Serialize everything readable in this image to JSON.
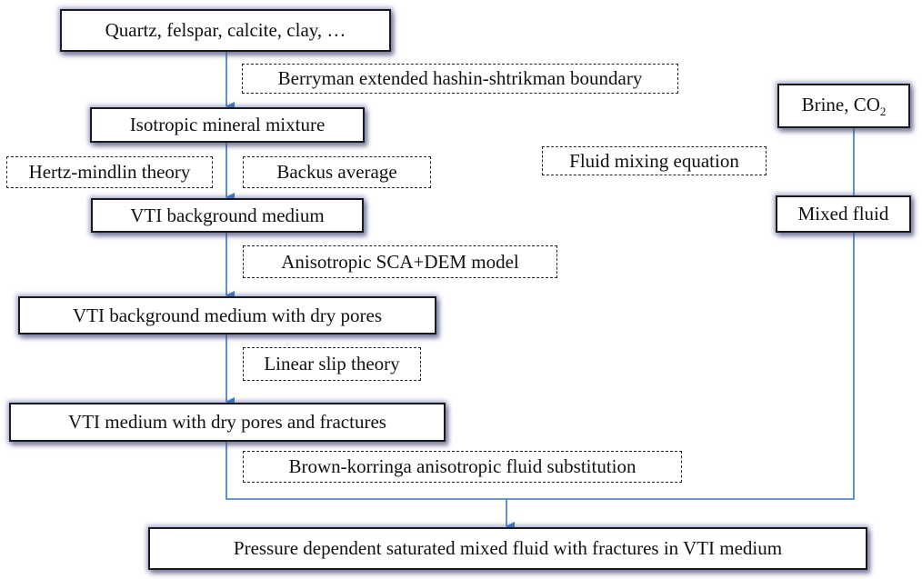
{
  "diagram": {
    "nodes": {
      "minerals": "Quartz, felspar, calcite,  clay,  …",
      "isotropic_mixture": "Isotropic mineral mixture",
      "vti_background": "VTI background medium",
      "vti_dry_pores": "VTI background medium with dry pores",
      "vti_fractures": "VTI medium with dry pores and fractures",
      "fluids_prefix": "Brine, CO",
      "fluids_subscript": "2",
      "mixed_fluid": "Mixed fluid",
      "final": "Pressure dependent saturated mixed fluid with fractures in VTI medium"
    },
    "methods": {
      "berryman": "Berryman extended hashin-shtrikman boundary",
      "hertz_mindlin": "Hertz-mindlin theory",
      "backus": "Backus average",
      "fluid_mixing": "Fluid mixing equation",
      "sca_dem": "Anisotropic SCA+DEM  model",
      "linear_slip": "Linear slip theory",
      "brown_korringa": "Brown-korringa anisotropic fluid substitution"
    },
    "edges": [
      {
        "from": "minerals",
        "to": "isotropic_mixture",
        "via": "berryman"
      },
      {
        "from": "isotropic_mixture",
        "to": "vti_background",
        "via": "hertz_mindlin + backus"
      },
      {
        "from": "vti_background",
        "to": "vti_dry_pores",
        "via": "sca_dem"
      },
      {
        "from": "vti_dry_pores",
        "to": "vti_fractures",
        "via": "linear_slip"
      },
      {
        "from": "fluids",
        "to": "mixed_fluid",
        "via": "fluid_mixing"
      },
      {
        "from": "vti_fractures + mixed_fluid",
        "to": "final",
        "via": "brown_korringa"
      }
    ],
    "colors": {
      "connector": "#3a78c2",
      "box_border": "#1a1a1a",
      "glow": "#5a64aa"
    }
  }
}
